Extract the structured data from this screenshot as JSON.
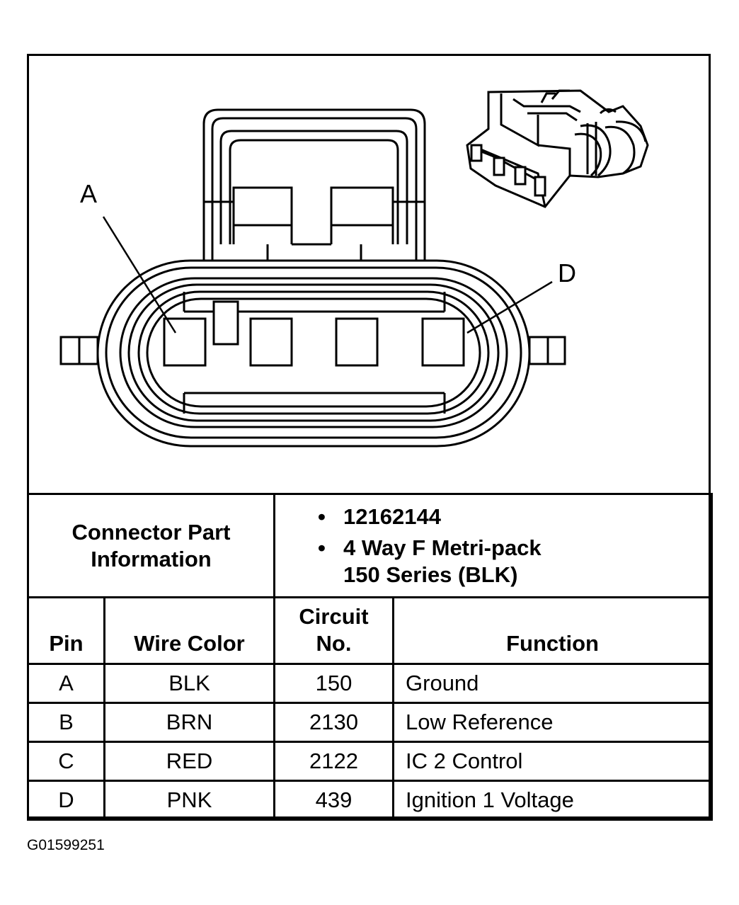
{
  "diagram": {
    "callouts": [
      {
        "id": "A",
        "label": "A"
      },
      {
        "id": "D",
        "label": "D"
      }
    ]
  },
  "connector_info": {
    "label_line1": "Connector Part",
    "label_line2": "Information",
    "part_number": "12162144",
    "description_line1": "4 Way F Metri-pack",
    "description_line2": "150 Series (BLK)",
    "bullet": "•"
  },
  "pin_table": {
    "headers": {
      "pin": "Pin",
      "wire_color": "Wire Color",
      "circuit_line1": "Circuit",
      "circuit_line2": "No.",
      "function": "Function"
    },
    "rows": [
      {
        "pin": "A",
        "wire_color": "BLK",
        "circuit": "150",
        "function": "Ground"
      },
      {
        "pin": "B",
        "wire_color": "BRN",
        "circuit": "2130",
        "function": "Low Reference"
      },
      {
        "pin": "C",
        "wire_color": "RED",
        "circuit": "2122",
        "function": "IC 2 Control"
      },
      {
        "pin": "D",
        "wire_color": "PNK",
        "circuit": "439",
        "function": "Ignition 1 Voltage"
      }
    ]
  },
  "figure_id": "G01599251"
}
